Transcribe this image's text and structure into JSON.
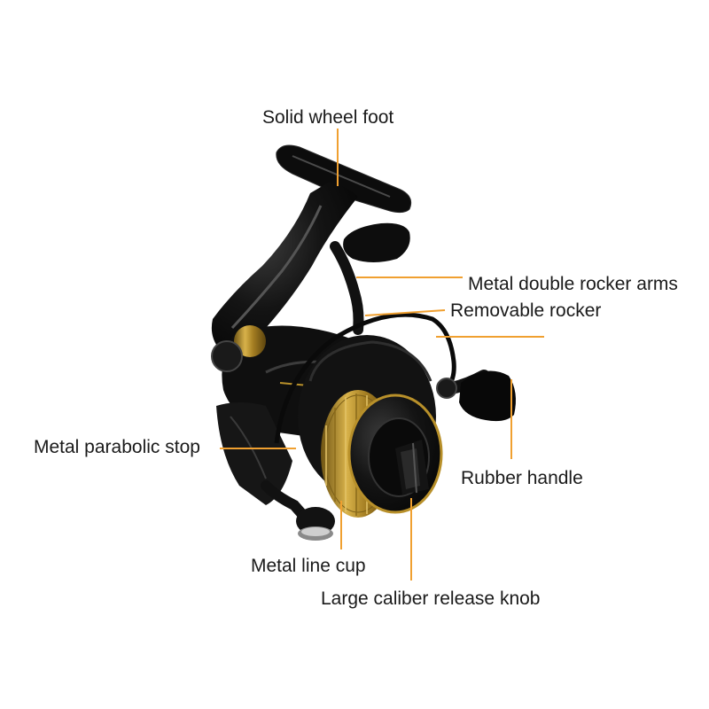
{
  "colors": {
    "leader_line": "#f0a030",
    "reel_body": "#101010",
    "reel_gold": "#b8902a",
    "background": "#ffffff"
  },
  "illustration": "spinning-fishing-reel",
  "labels": {
    "wheel_foot": "Solid wheel foot",
    "rocker_arms": "Metal double rocker arms",
    "removable_rocker": "Removable rocker",
    "parabolic_stop": "Metal parabolic stop",
    "rubber_handle": "Rubber handle",
    "line_cup": "Metal line cup",
    "release_knob": "Large caliber release knob"
  }
}
